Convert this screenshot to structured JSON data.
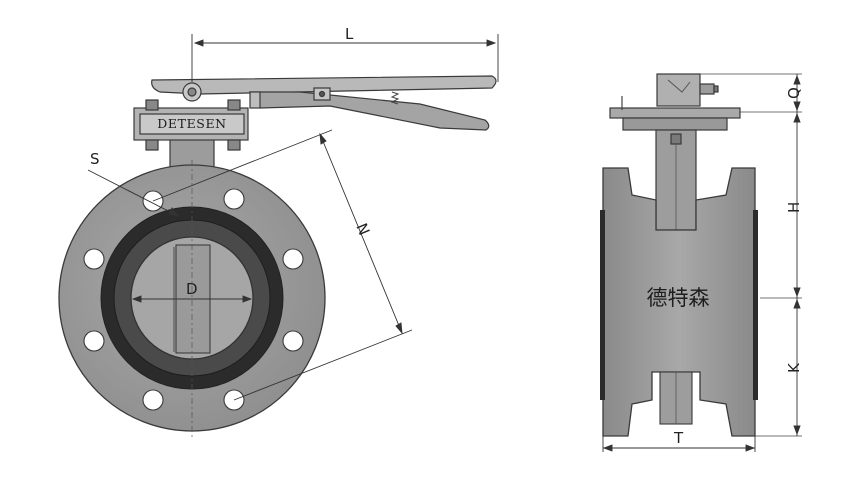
{
  "front_view": {
    "nameplate_text": "DETESEN",
    "dimensions": {
      "L": "L",
      "S": "S",
      "N": "N",
      "D": "D"
    }
  },
  "side_view": {
    "body_text": "德特森",
    "dimensions": {
      "Q": "Q",
      "H": "H",
      "K": "K",
      "T": "T"
    }
  },
  "colors": {
    "metal": "#9a9a9a",
    "metal_dark": "#7e7e7e",
    "rubber": "#2b2b2b",
    "disc": "#a6a6a6",
    "line": "#333333"
  }
}
